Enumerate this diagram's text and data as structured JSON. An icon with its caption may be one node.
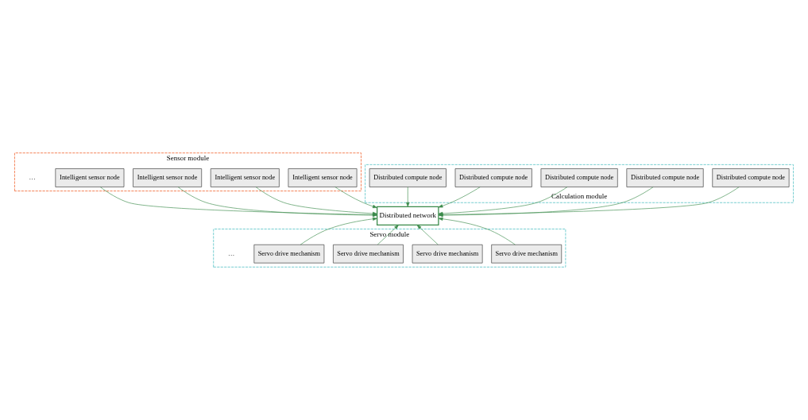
{
  "diagram": {
    "nodes": [
      {
        "text": [
          "Sensor module"
        ]
      },
      {
        "text": [
          "Intelligent sensor node"
        ],
        "in": 0
      },
      {
        "text": [
          "Intelligent sensor node"
        ],
        "in": 0
      },
      {
        "text": [
          "Intelligent sensor node"
        ],
        "in": 0
      },
      {
        "text": [
          "Intelligent sensor node"
        ],
        "in": 0
      },
      {
        "text": [
          "Servo module"
        ]
      },
      {
        "text": [
          "Servo drive mechanism"
        ],
        "in": 5
      },
      {
        "text": [
          "Servo drive mechanism"
        ],
        "in": 5
      },
      {
        "text": [
          "Servo drive mechanism"
        ],
        "in": 5
      },
      {
        "text": [
          "Servo drive mechanism"
        ],
        "in": 5
      },
      {
        "text": [
          "Distributed network"
        ]
      },
      {
        "text": [
          "Calculation module"
        ]
      },
      {
        "text": [
          "Distributed compute node"
        ],
        "in": 11
      },
      {
        "text": [
          "Distributed compute node"
        ],
        "in": 11
      },
      {
        "text": [
          "Distributed compute node"
        ],
        "in": 11
      },
      {
        "text": [
          "Distributed compute node"
        ],
        "in": 11
      },
      {
        "text": [
          "Distributed compute node"
        ],
        "in": 11
      }
    ],
    "edges": [
      {
        "from": 1,
        "to": 10,
        "arrow": "to"
      },
      {
        "from": 2,
        "to": 10,
        "arrow": "to"
      },
      {
        "from": 3,
        "to": 10,
        "arrow": "to"
      },
      {
        "from": 4,
        "to": 10,
        "arrow": "to"
      },
      {
        "from": 6,
        "to": 10,
        "arrow": "to"
      },
      {
        "from": 7,
        "to": 10,
        "arrow": "to"
      },
      {
        "from": 8,
        "to": 10,
        "arrow": "to"
      },
      {
        "from": 9,
        "to": 10,
        "arrow": "to"
      },
      {
        "from": 12,
        "to": 10,
        "arrow": "to"
      },
      {
        "from": 13,
        "to": 10,
        "arrow": "to"
      },
      {
        "from": 14,
        "to": 10,
        "arrow": "to"
      },
      {
        "from": 15,
        "to": 10,
        "arrow": "to"
      },
      {
        "from": 16,
        "to": 10,
        "arrow": "to"
      }
    ],
    "labels": [
      "…",
      "…"
    ]
  }
}
